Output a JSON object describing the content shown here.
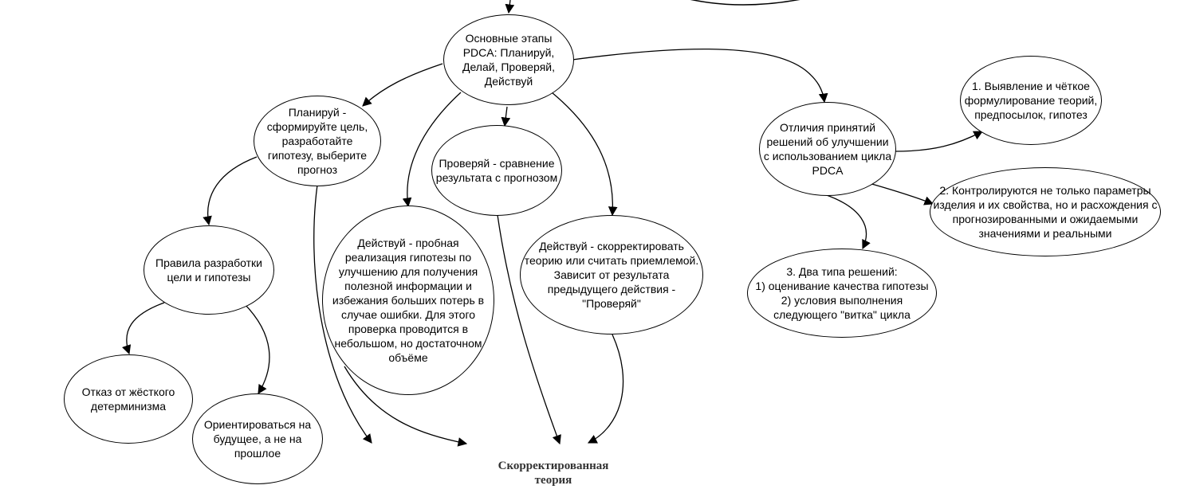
{
  "nodes": {
    "main": "Основные этапы PDCA: Планируй, Делай, Проверяй, Действуй",
    "plan": "Планируй - сформируйте цель, разработайте гипотезу, выберите прогноз",
    "check": "Проверяй - сравнение результата с прогнозом",
    "do": "Действуй - пробная реализация гипотезы по улучшению для получения полезной информации и избежания больших потерь в случае ошибки. Для этого проверка проводится в небольшом, но достаточном объёме",
    "act": "Действуй - скорректировать теорию или считать приемлемой. Зависит от результата предыдущего действия - \"Проверяй\"",
    "rules": "Правила разработки цели и гипотезы",
    "determinism": "Отказ от жёсткого детерминизма",
    "future": "Ориентироваться на будущее, а не на прошлое",
    "differences": "Отличия принятий решений об улучшении с использованием цикла PDCA",
    "diff1": "1. Выявление и чёткое формулирование теорий, предпосылок, гипотез",
    "diff2": "2. Контролируются не только параметры изделия и их свойства, но и расхождения с прогнозированными и ожидаемыми значениями и реальными",
    "diff3": "3. Два типа решений:\n1) оценивание качества гипотезы\n2) условия выполнения следующего \"витка\" цикла"
  },
  "result_label": "Скорректированная теория",
  "colors": {
    "stroke": "#000000",
    "text": "#000000"
  }
}
